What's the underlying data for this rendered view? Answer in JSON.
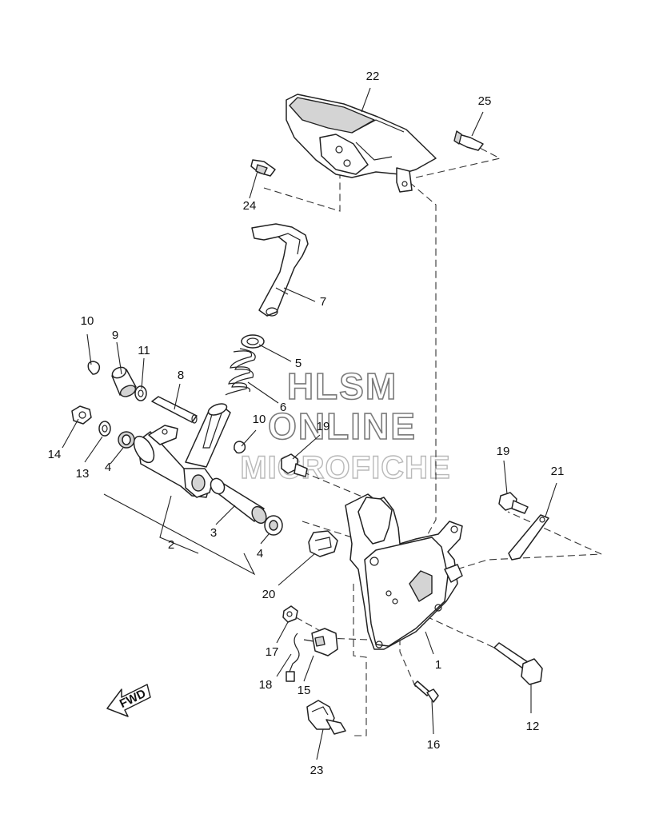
{
  "watermark": {
    "line1": "HLSM",
    "line2": "ONLINE",
    "line3": "MICROFICHE"
  },
  "direction_arrow": {
    "label": "FWD"
  },
  "callouts": [
    {
      "id": "1",
      "label": "1"
    },
    {
      "id": "2",
      "label": "2"
    },
    {
      "id": "3",
      "label": "3"
    },
    {
      "id": "4a",
      "label": "4"
    },
    {
      "id": "4b",
      "label": "4"
    },
    {
      "id": "5",
      "label": "5"
    },
    {
      "id": "6",
      "label": "6"
    },
    {
      "id": "7",
      "label": "7"
    },
    {
      "id": "8",
      "label": "8"
    },
    {
      "id": "9",
      "label": "9"
    },
    {
      "id": "10a",
      "label": "10"
    },
    {
      "id": "10b",
      "label": "10"
    },
    {
      "id": "11",
      "label": "11"
    },
    {
      "id": "12",
      "label": "12"
    },
    {
      "id": "13",
      "label": "13"
    },
    {
      "id": "14",
      "label": "14"
    },
    {
      "id": "15",
      "label": "15"
    },
    {
      "id": "16",
      "label": "16"
    },
    {
      "id": "17",
      "label": "17"
    },
    {
      "id": "18",
      "label": "18"
    },
    {
      "id": "19a",
      "label": "19"
    },
    {
      "id": "19b",
      "label": "19"
    },
    {
      "id": "20",
      "label": "20"
    },
    {
      "id": "21",
      "label": "21"
    },
    {
      "id": "22",
      "label": "22"
    },
    {
      "id": "23",
      "label": "23"
    },
    {
      "id": "24",
      "label": "24"
    },
    {
      "id": "25",
      "label": "25"
    }
  ]
}
